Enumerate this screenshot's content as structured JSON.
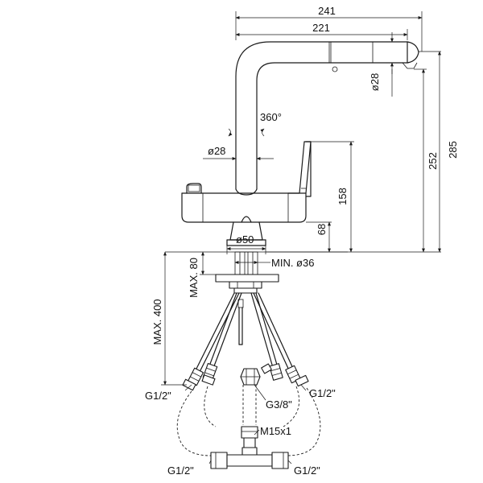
{
  "drawing": {
    "dimensions": {
      "overall_reach": "241",
      "spout_reach": "221",
      "spout_diameter": "ø28",
      "rotation": "360°",
      "body_diameter": "ø28",
      "height_total": "285",
      "height_spout": "252",
      "height_lever": "158",
      "height_body": "68",
      "base_diameter": "ø50",
      "hole_min": "MIN. ø36",
      "deck_max": "MAX. 80",
      "hose_max": "MAX. 400"
    },
    "connections": {
      "left_hose": "G1/2\"",
      "right_hose": "G1/2\"",
      "filter_hose": "G3/8\"",
      "adapter": "M15x1",
      "tee_left": "G1/2\"",
      "tee_right": "G1/2\""
    }
  }
}
